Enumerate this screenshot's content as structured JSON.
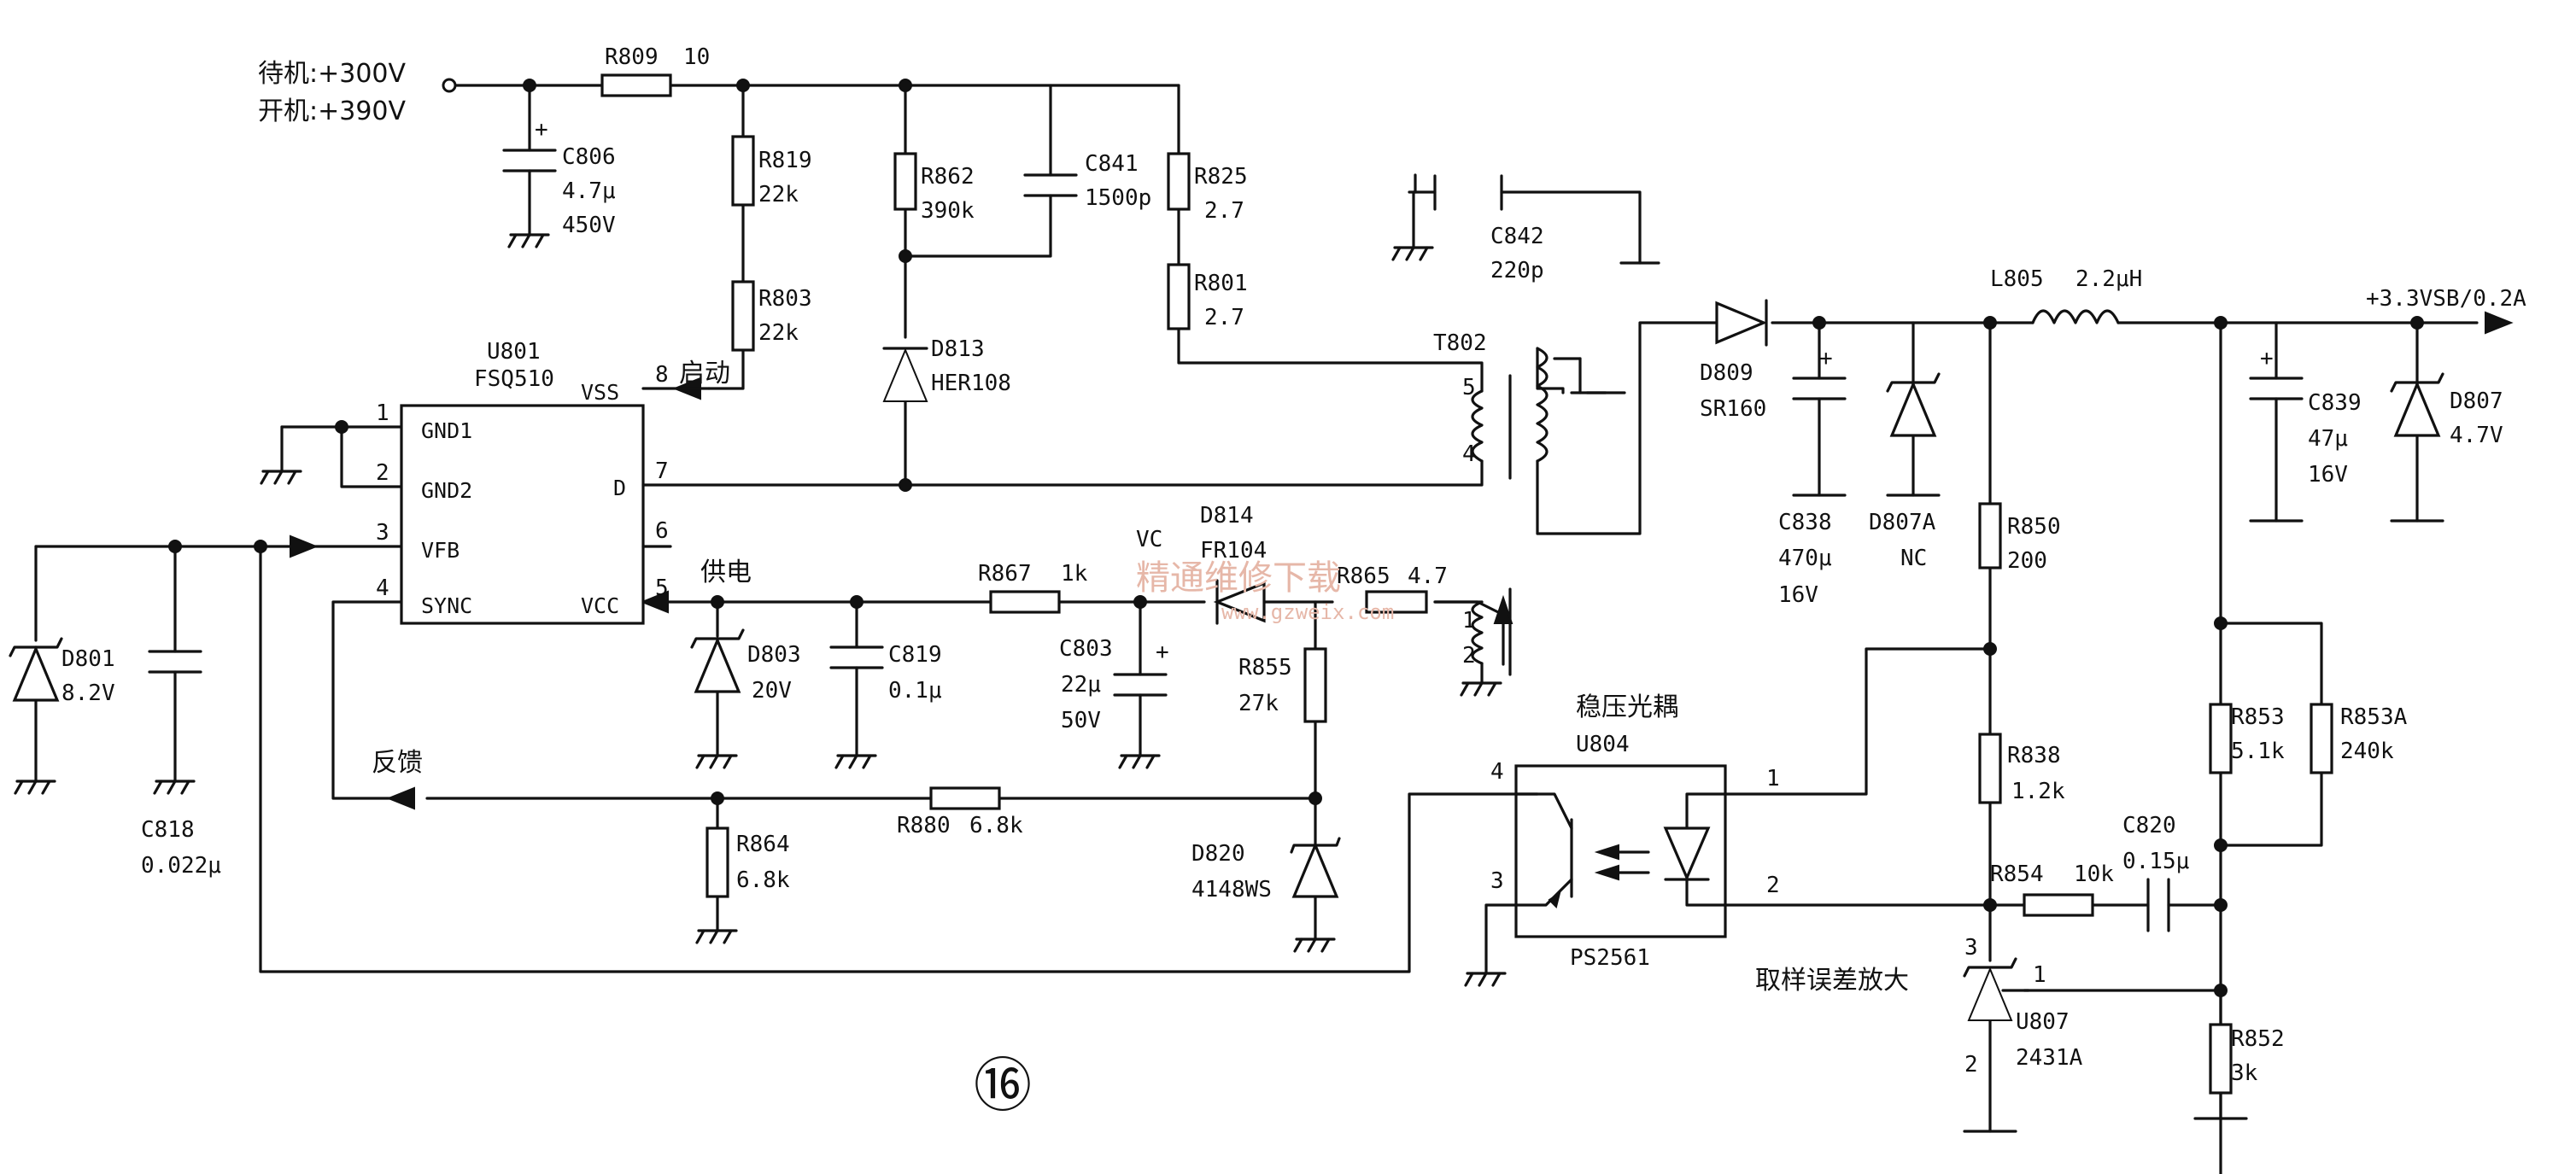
{
  "input": {
    "line1": "待机:+300V",
    "line2": "开机:+390V"
  },
  "r809": {
    "ref": "R809",
    "val": "10"
  },
  "c806": {
    "ref": "C806",
    "val": "4.7μ",
    "volt": "450V"
  },
  "r819": {
    "ref": "R819",
    "val": "22k"
  },
  "r803": {
    "ref": "R803",
    "val": "22k"
  },
  "r862": {
    "ref": "R862",
    "val": "390k"
  },
  "c841": {
    "ref": "C841",
    "val": "1500p"
  },
  "r825": {
    "ref": "R825",
    "val": "2.7"
  },
  "r801": {
    "ref": "R801",
    "val": "2.7"
  },
  "d813": {
    "ref": "D813",
    "val": "HER108"
  },
  "c842": {
    "ref": "C842",
    "val": "220p"
  },
  "u801": {
    "ref": "U801",
    "part": "FSQ510",
    "pins": {
      "p1": "1",
      "p2": "2",
      "p3": "3",
      "p4": "4",
      "p5": "5",
      "p6": "6",
      "p7": "7",
      "p8": "8"
    },
    "pin_names": {
      "gnd1": "GND1",
      "gnd2": "GND2",
      "vfb": "VFB",
      "sync": "SYNC",
      "vss": "VSS",
      "d": "D",
      "vcc": "VCC"
    }
  },
  "notes": {
    "startup": "启动",
    "supply": "供电",
    "feedback": "反馈",
    "optocoupler": "稳压光耦",
    "error_amp": "取样误差放大"
  },
  "t802": {
    "ref": "T802",
    "p5": "5",
    "p4": "4",
    "p1": "1",
    "p2": "2"
  },
  "d809": {
    "ref": "D809",
    "val": "SR160"
  },
  "c838": {
    "ref": "C838",
    "val": "470μ",
    "volt": "16V"
  },
  "d807a": {
    "ref": "D807A",
    "val": "NC"
  },
  "l805": {
    "ref": "L805",
    "val": "2.2μH"
  },
  "output": {
    "label": "+3.3VSB/0.2A"
  },
  "c839": {
    "ref": "C839",
    "val": "47μ",
    "volt": "16V"
  },
  "d807": {
    "ref": "D807",
    "val": "4.7V"
  },
  "d801": {
    "ref": "D801",
    "val": "8.2V"
  },
  "c818": {
    "ref": "C818",
    "val": "0.022μ"
  },
  "d803": {
    "ref": "D803",
    "val": "20V"
  },
  "c819": {
    "ref": "C819",
    "val": "0.1μ"
  },
  "r867": {
    "ref": "R867",
    "val": "1k"
  },
  "vc": {
    "label": "VC"
  },
  "c803": {
    "ref": "C803",
    "val": "22μ",
    "volt": "50V"
  },
  "d814": {
    "ref": "D814",
    "val": "FR104"
  },
  "r865": {
    "ref": "R865",
    "val": "4.7"
  },
  "r855": {
    "ref": "R855",
    "val": "27k"
  },
  "r864": {
    "ref": "R864",
    "val": "6.8k"
  },
  "r880": {
    "ref": "R880",
    "val": "6.8k"
  },
  "d820": {
    "ref": "D820",
    "val": "4148WS"
  },
  "u804": {
    "ref": "U804",
    "part": "PS2561",
    "p1": "1",
    "p2": "2",
    "p3": "3",
    "p4": "4"
  },
  "r850": {
    "ref": "R850",
    "val": "200"
  },
  "r838": {
    "ref": "R838",
    "val": "1.2k"
  },
  "r854": {
    "ref": "R854",
    "val": "10k"
  },
  "c820": {
    "ref": "C820",
    "val": "0.15μ"
  },
  "r853": {
    "ref": "R853",
    "val": "5.1k"
  },
  "r853a": {
    "ref": "R853A",
    "val": "240k"
  },
  "r852": {
    "ref": "R852",
    "val": "3k"
  },
  "u807": {
    "ref": "U807",
    "val": "2431A",
    "p1": "1",
    "p2": "2",
    "p3": "3"
  },
  "figure": {
    "number": "⑯"
  },
  "watermark": {
    "text": "精通维修下载",
    "url": "www.gzweix.com"
  }
}
